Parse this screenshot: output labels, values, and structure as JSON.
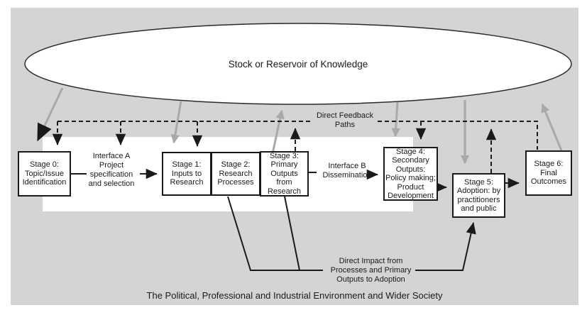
{
  "reservoir_label": "Stock or Reservoir of Knowledge",
  "stages": [
    {
      "name": "stage-0",
      "text": "Stage 0:\nTopic/Issue\nIdentification"
    },
    {
      "name": "stage-1",
      "text": "Stage 1:\nInputs to\nResearch"
    },
    {
      "name": "stage-2",
      "text": "Stage 2:\nResearch\nProcesses"
    },
    {
      "name": "stage-3",
      "text": "Stage 3:\nPrimary\nOutputs\nfrom\nResearch"
    },
    {
      "name": "stage-4",
      "text": "Stage 4:\nSecondary\nOutputs:\nPolicy making;\nProduct\nDevelopment"
    },
    {
      "name": "stage-5",
      "text": "Stage 5:\nAdoption: by\npractitioners\nand public"
    },
    {
      "name": "stage-6",
      "text": "Stage 6:\nFinal\nOutcomes"
    }
  ],
  "interfaces": {
    "a": "Interface A\nProject\nspecification\nand selection",
    "b": "Interface B\nDissemination"
  },
  "annotations": {
    "direct_feedback": "Direct Feedback\nPaths",
    "direct_impact": "Direct Impact from\nProcesses and Primary\nOutputs to Adoption",
    "environment_caption": "The Political, Professional and Industrial Environment and Wider Society"
  },
  "colors": {
    "background_gray": "#d4d4d4",
    "box_fill": "#ffffff",
    "line_black": "#1a1a1a",
    "knowledge_arrow_gray": "#a9a9a9"
  }
}
